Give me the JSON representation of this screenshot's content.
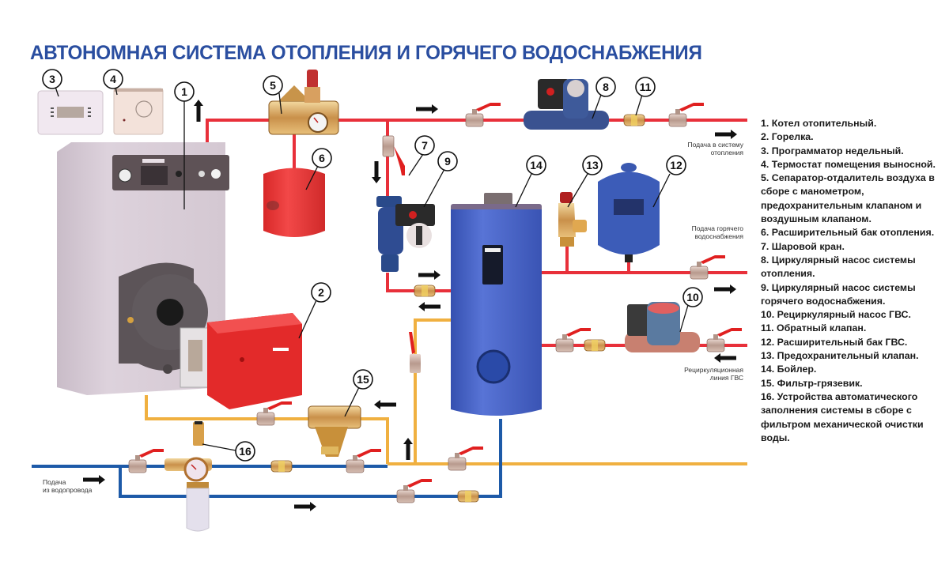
{
  "title": "АВТОНОМНАЯ СИСТЕМА ОТОПЛЕНИЯ И ГОРЯЧЕГО ВОДОСНАБЖЕНИЯ",
  "colors": {
    "title": "#2a4ea0",
    "heating_pipe": "#e8303a",
    "return_pipe": "#f0b040",
    "cold_pipe": "#1d5aa8",
    "boiler_body": "#d9cdd8",
    "boiler_panel": "#5e5256",
    "burner": "#e32a2a",
    "expansion_tank_heating": "#e83535",
    "boiler_tank": "#4a66c8",
    "expansion_tank_dhw": "#3c5cb8",
    "brass": "#d8a24a",
    "valve_handle": "#e02020"
  },
  "flow_labels": {
    "heating_supply": [
      "Подача в систему",
      "отопления"
    ],
    "dhw_supply": [
      "Подача горячего",
      "водоснабжения"
    ],
    "recirculation": [
      "Рециркуляционная",
      "линия ГВС"
    ],
    "water_inlet": [
      "Подача",
      "из водопровода"
    ]
  },
  "callouts": [
    "1",
    "2",
    "3",
    "4",
    "5",
    "6",
    "7",
    "8",
    "9",
    "10",
    "11",
    "12",
    "13",
    "14",
    "15",
    "16"
  ],
  "legend": [
    "1. Котел отопительный.",
    "2. Горелка.",
    "3. Программатор  недельный.",
    "4. Термостат помещения выносной.",
    "5. Сепаратор-отдалитель воздуха в сборе с манометром, предохранительным клапаном и воздушным клапаном.",
    "6. Расширительный бак отопления.",
    "7. Шаровой кран.",
    "8. Циркулярный насос системы отопления.",
    "9. Циркулярный насос системы горячего водоснабжения.",
    "10. Рециркулярный насос ГВС.",
    "11. Обратный клапан.",
    "12. Расширительный бак ГВС.",
    "13. Предохранительный клапан.",
    "14. Бойлер.",
    "15. Фильтр-грязевик.",
    "16. Устройства автоматического заполнения системы в сборе с фильтром механической очистки воды."
  ]
}
